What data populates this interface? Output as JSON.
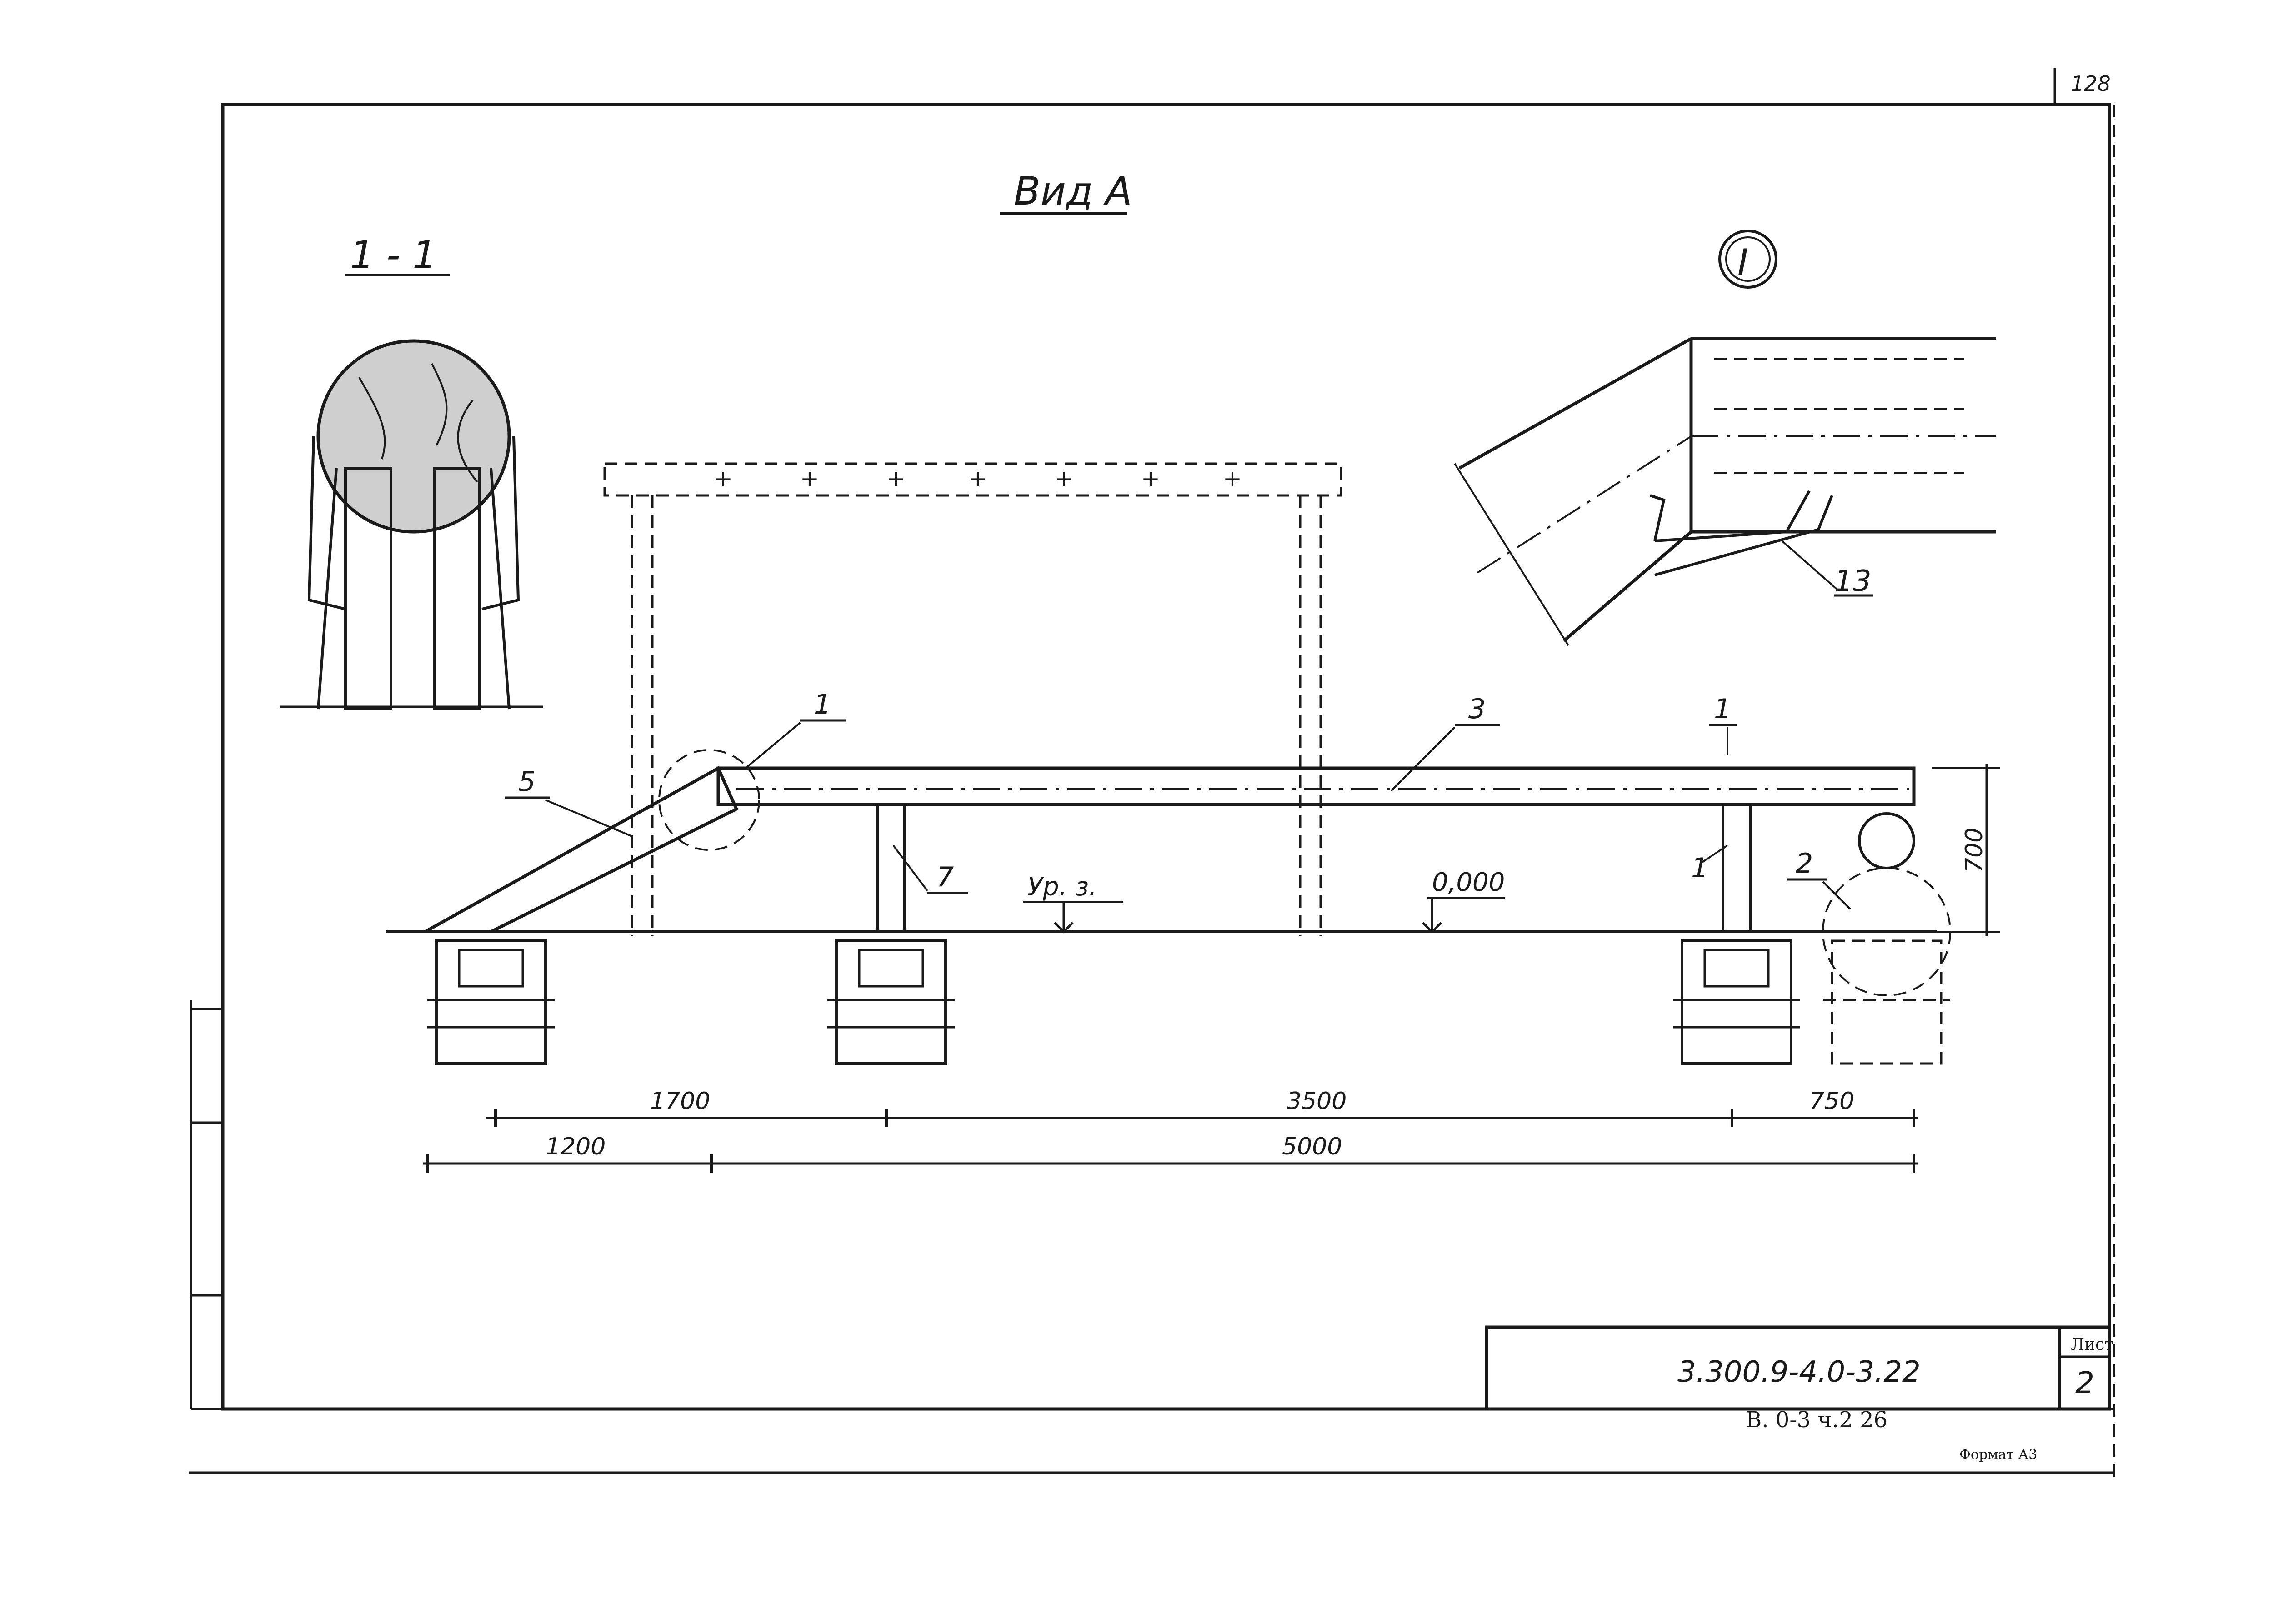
{
  "page_number": "128",
  "view_title": "Вид А",
  "section_title": "1 - 1",
  "detail_title": "I",
  "leaders": {
    "l1_top": "1",
    "l5": "5",
    "l3": "3",
    "l1_right": "1",
    "l7": "7",
    "l1_small": "1",
    "l2": "2",
    "l13": "13"
  },
  "levels": {
    "ground_label": "Ур. з.",
    "zero_label": "0,000"
  },
  "dimensions": {
    "d1700": "1700",
    "d3500": "3500",
    "d750": "750",
    "d1200": "1200",
    "d5000": "5000",
    "d700": "700"
  },
  "title_block": {
    "designation": "3.300.9-4.0-3.22",
    "sheet_label": "Лист",
    "sheet_number": "2",
    "album_ref": "В. 0-3 ч.2 26",
    "format": "Формат А3"
  },
  "colors": {
    "ink": "#1a1a1a",
    "paper": "#ffffff"
  }
}
